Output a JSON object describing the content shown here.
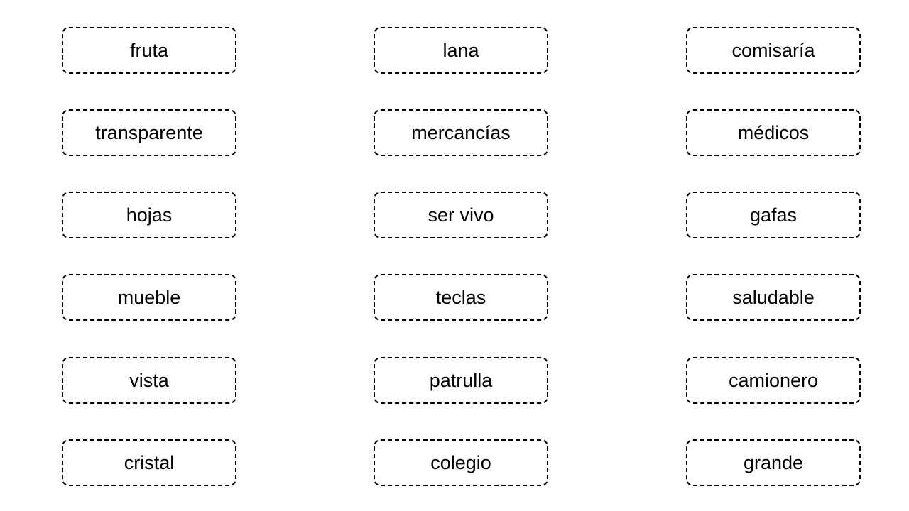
{
  "cards": [
    [
      "fruta",
      "lana",
      "comisaría"
    ],
    [
      "transparente",
      "mercancías",
      "médicos"
    ],
    [
      "hojas",
      "ser vivo",
      "gafas"
    ],
    [
      "mueble",
      "teclas",
      "saludable"
    ],
    [
      "vista",
      "patrulla",
      "camionero"
    ],
    [
      "cristal",
      "colegio",
      "grande"
    ]
  ]
}
